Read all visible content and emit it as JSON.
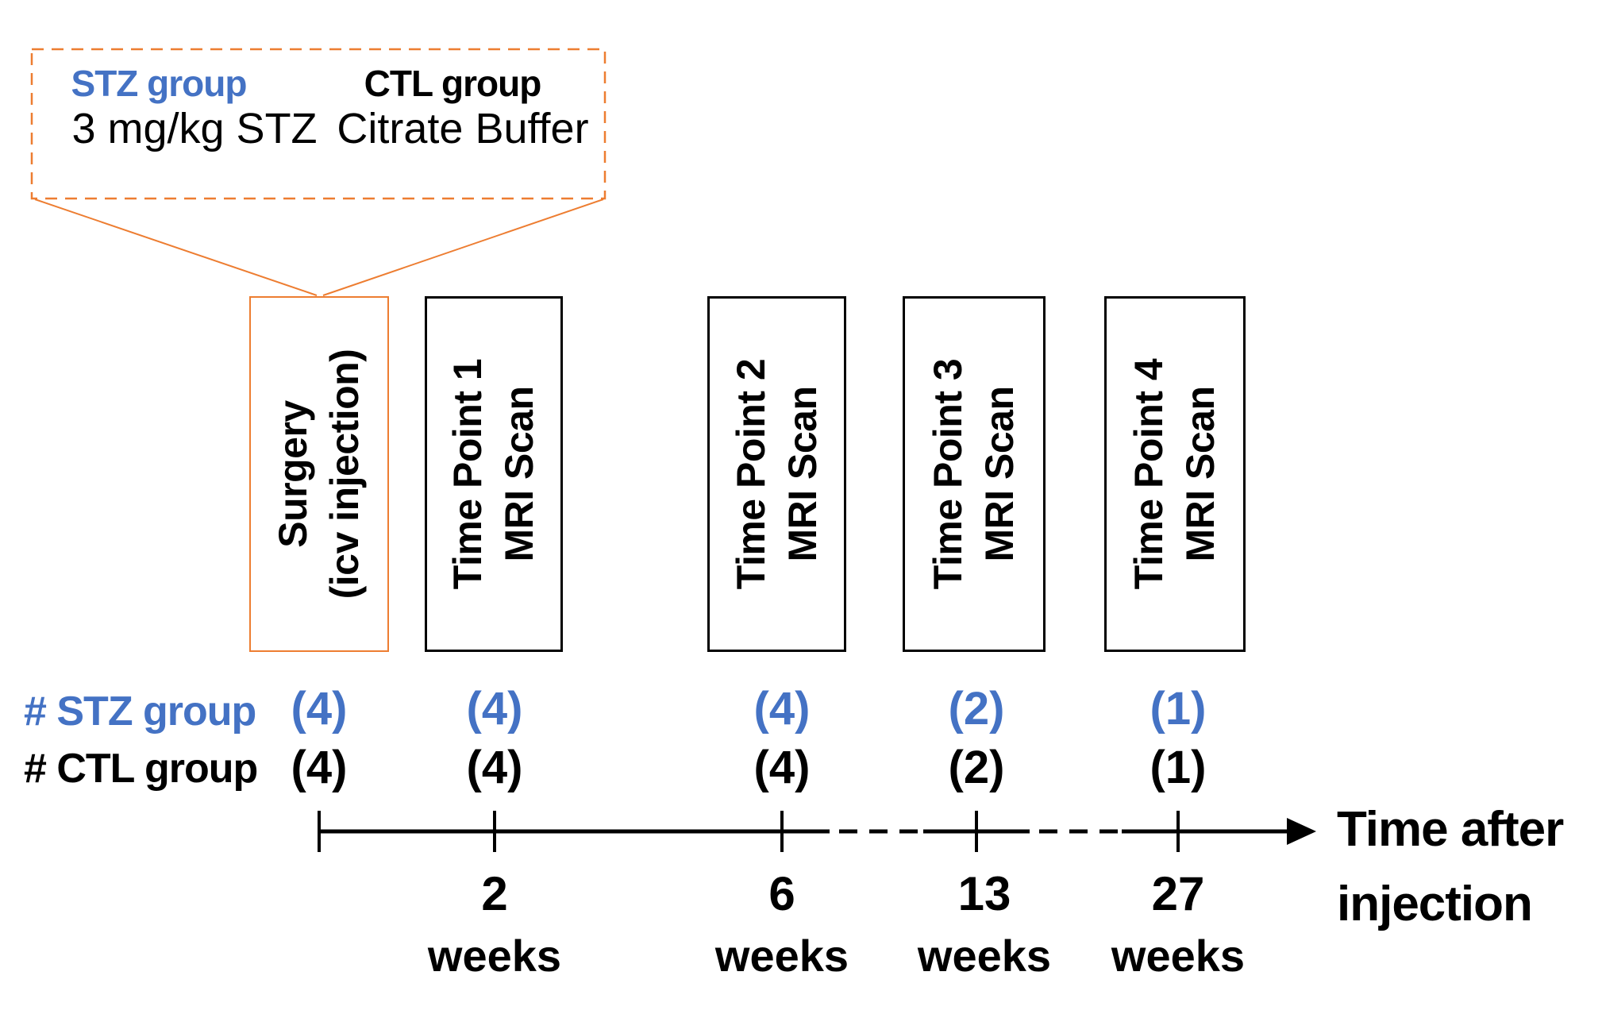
{
  "colors": {
    "stz_blue": "#4472C4",
    "callout_orange": "#ED7D31",
    "text_black": "#000000"
  },
  "legend": {
    "stz_group": "STZ group",
    "ctl_group": "CTL group",
    "stz_treatment": "3 mg/kg STZ",
    "ctl_treatment": "Citrate Buffer"
  },
  "events": [
    {
      "line1": "Surgery",
      "line2": "(icv injection)",
      "stz_count": "(4)",
      "ctl_count": "(4)",
      "week_number": "",
      "week_unit": ""
    },
    {
      "line1": "Time Point 1",
      "line2": "MRI Scan",
      "stz_count": "(4)",
      "ctl_count": "(4)",
      "week_number": "2",
      "week_unit": "weeks"
    },
    {
      "line1": "Time Point 2",
      "line2": "MRI Scan",
      "stz_count": "(4)",
      "ctl_count": "(4)",
      "week_number": "6",
      "week_unit": "weeks"
    },
    {
      "line1": "Time Point 3",
      "line2": "MRI Scan",
      "stz_count": "(2)",
      "ctl_count": "(2)",
      "week_number": "13",
      "week_unit": "weeks"
    },
    {
      "line1": "Time Point 4",
      "line2": "MRI Scan",
      "stz_count": "(1)",
      "ctl_count": "(1)",
      "week_number": "27",
      "week_unit": "weeks"
    }
  ],
  "count_rows": {
    "stz_label": "# STZ group",
    "ctl_label": "# CTL group"
  },
  "axis": {
    "label_line1": "Time after",
    "label_line2": "injection"
  }
}
